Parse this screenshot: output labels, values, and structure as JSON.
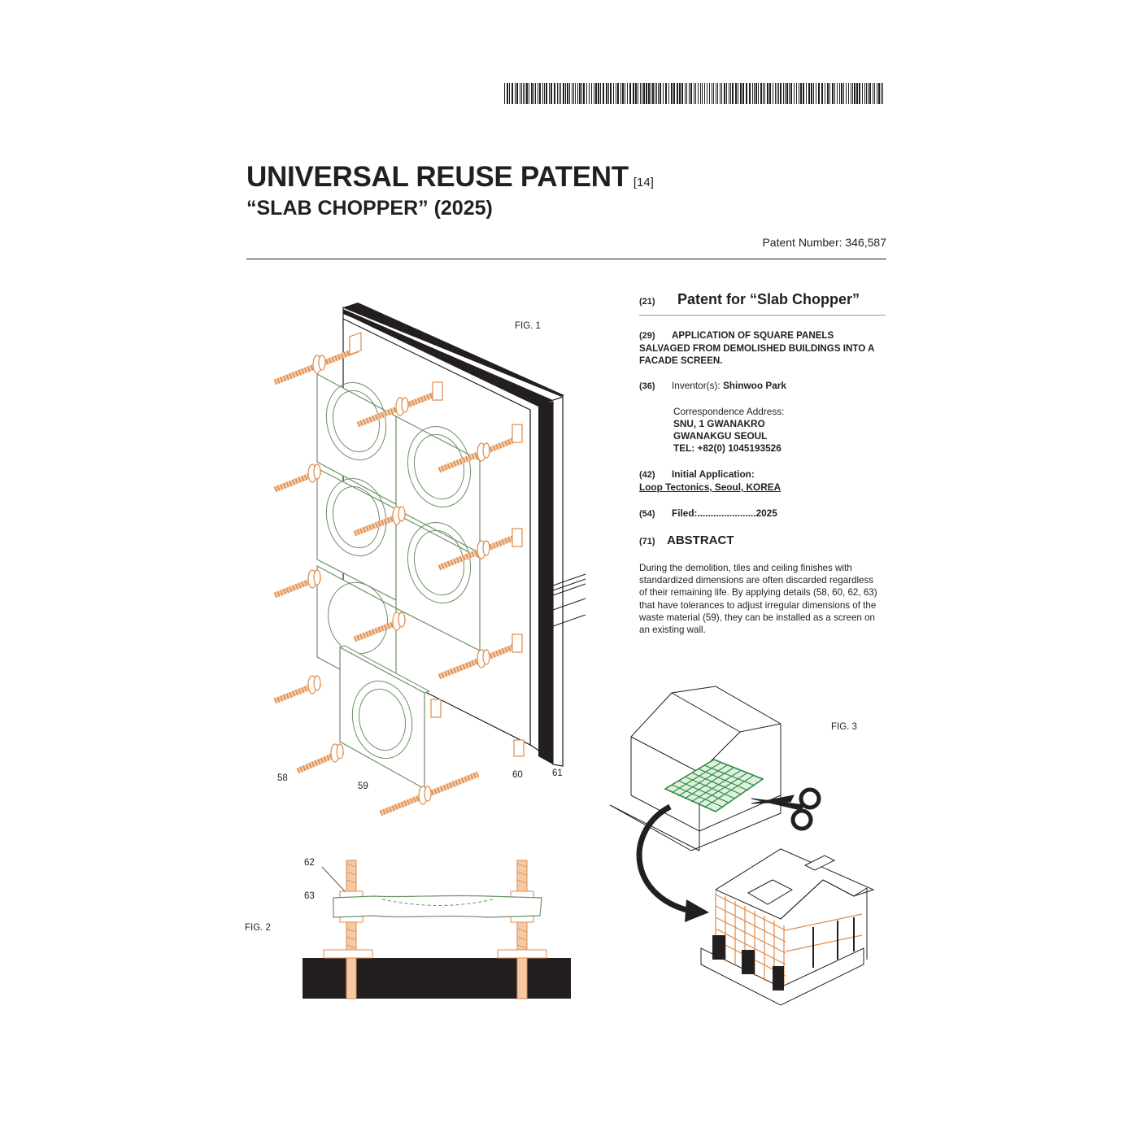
{
  "header": {
    "title": "UNIVERSAL REUSE PATENT",
    "title_ref": "[14]",
    "subtitle": "“SLAB CHOPPER” (2025)",
    "patent_number": "Patent Number: 346,587"
  },
  "details": {
    "s21_num": "(21)",
    "s21_title": "Patent for “Slab Chopper”",
    "s29_num": "(29)",
    "s29_text": "APPLICATION OF SQUARE PANELS SALVAGED FROM DEMOLISHED BUILDINGS INTO A FACADE SCREEN.",
    "s36_num": "(36)",
    "s36_label": "Inventor(s): ",
    "s36_name": "Shinwoo Park",
    "addr_label": "Correspondence Address:",
    "addr_line1": "SNU, 1 GWANAKRO",
    "addr_line2": "GWANAKGU SEOUL",
    "addr_line3": "TEL: +82(0) 1045193526",
    "s42_num": "(42)",
    "s42_label": "Initial Application:",
    "s42_value": "Loop Tectonics, Seoul, KOREA",
    "s54_num": "(54)",
    "s54_text": "Filed:......................2025",
    "s71_num": "(71)",
    "s71_title": "ABSTRACT",
    "abstract": "During the demolition, tiles and ceiling finishes with standardized dimensions are often discarded regardless of their remaining life. By applying details (58, 60, 62, 63) that have tolerances to adjust irregular dimensions of the waste material (59), they can be installed as a screen on an existing wall."
  },
  "figures": {
    "fig1": "FIG. 1",
    "fig2": "FIG. 2",
    "fig3": "FIG. 3",
    "c58": "58",
    "c59": "59",
    "c60": "60",
    "c61": "61",
    "c62": "62",
    "c63": "63"
  },
  "colors": {
    "ink": "#231f20",
    "bolt": "#e08a4a",
    "panel_line": "#6d8f66",
    "grid_green": "#2e8a3e"
  }
}
